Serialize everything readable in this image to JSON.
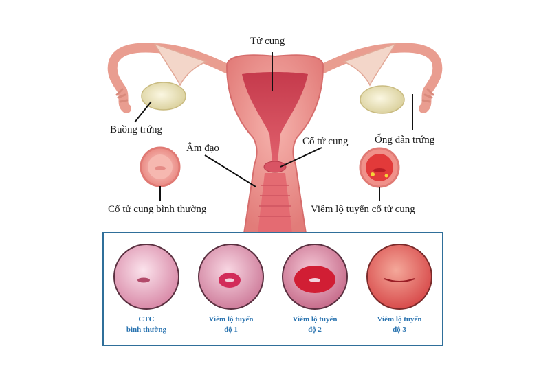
{
  "labels": {
    "uterus": "Tử cung",
    "ovary": "Buồng trứng",
    "fallopian_tube": "Ống dẫn trứng",
    "vagina": "Âm đạo",
    "cervix": "Cổ tử cung",
    "normal_cervix": "Cổ tử cung bình thường",
    "ectropion_cervix": "Viêm lộ tuyến cổ  tử cung"
  },
  "stages": [
    {
      "line1": "CTC",
      "line2": "bình thường"
    },
    {
      "line1": "Viêm lộ tuyến",
      "line2": "độ 1"
    },
    {
      "line1": "Viêm lộ tuyến",
      "line2": "độ 2"
    },
    {
      "line1": "Viêm lộ tuyến",
      "line2": "độ 3"
    }
  ],
  "colors": {
    "panel_border": "#2f6f9a",
    "caption": "#2b74b0",
    "uterus_outer": "#e88a86",
    "uterus_inner": "#d24a58",
    "ovary": "#efe8c2"
  }
}
